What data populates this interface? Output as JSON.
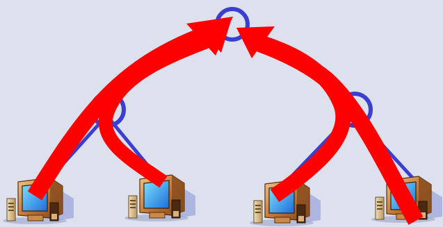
{
  "diagram": {
    "background": "#dde1ee",
    "tree_color": "#3a3fd0",
    "arrow_color": "#ff0000",
    "nodes": [
      {
        "id": "root-node",
        "level": "root"
      },
      {
        "id": "left-mid-node",
        "level": "intermediate"
      },
      {
        "id": "right-mid-node",
        "level": "intermediate"
      }
    ],
    "computers": [
      {
        "id": "computer-1",
        "icon": "desktop-computer-icon"
      },
      {
        "id": "computer-2",
        "icon": "desktop-computer-icon"
      },
      {
        "id": "computer-3",
        "icon": "desktop-computer-icon"
      },
      {
        "id": "computer-4",
        "icon": "desktop-computer-icon"
      }
    ],
    "arrows": [
      {
        "from": "computer-1",
        "to": "root-node"
      },
      {
        "from": "computer-2",
        "to": "root-node"
      },
      {
        "from": "computer-3",
        "to": "root-node"
      },
      {
        "from": "computer-4",
        "to": "root-node"
      }
    ]
  }
}
